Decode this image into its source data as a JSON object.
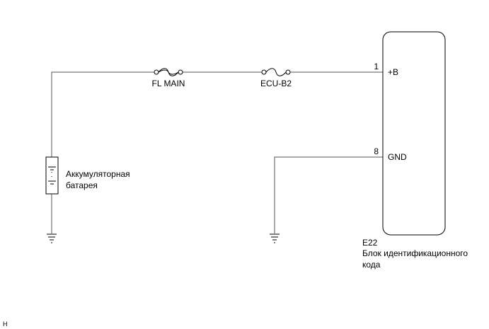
{
  "diagram": {
    "battery_label_line1": "Аккумуляторная",
    "battery_label_line2": "батарея",
    "fuse1_label": "FL MAIN",
    "fuse2_label": "ECU-B2",
    "ecu": {
      "pin1_number": "1",
      "pin1_name": "+B",
      "pin8_number": "8",
      "pin8_name": "GND",
      "connector_code": "E22",
      "name_line1": "Блок идентификационного",
      "name_line2": "кода"
    },
    "corner_mark": "H"
  }
}
